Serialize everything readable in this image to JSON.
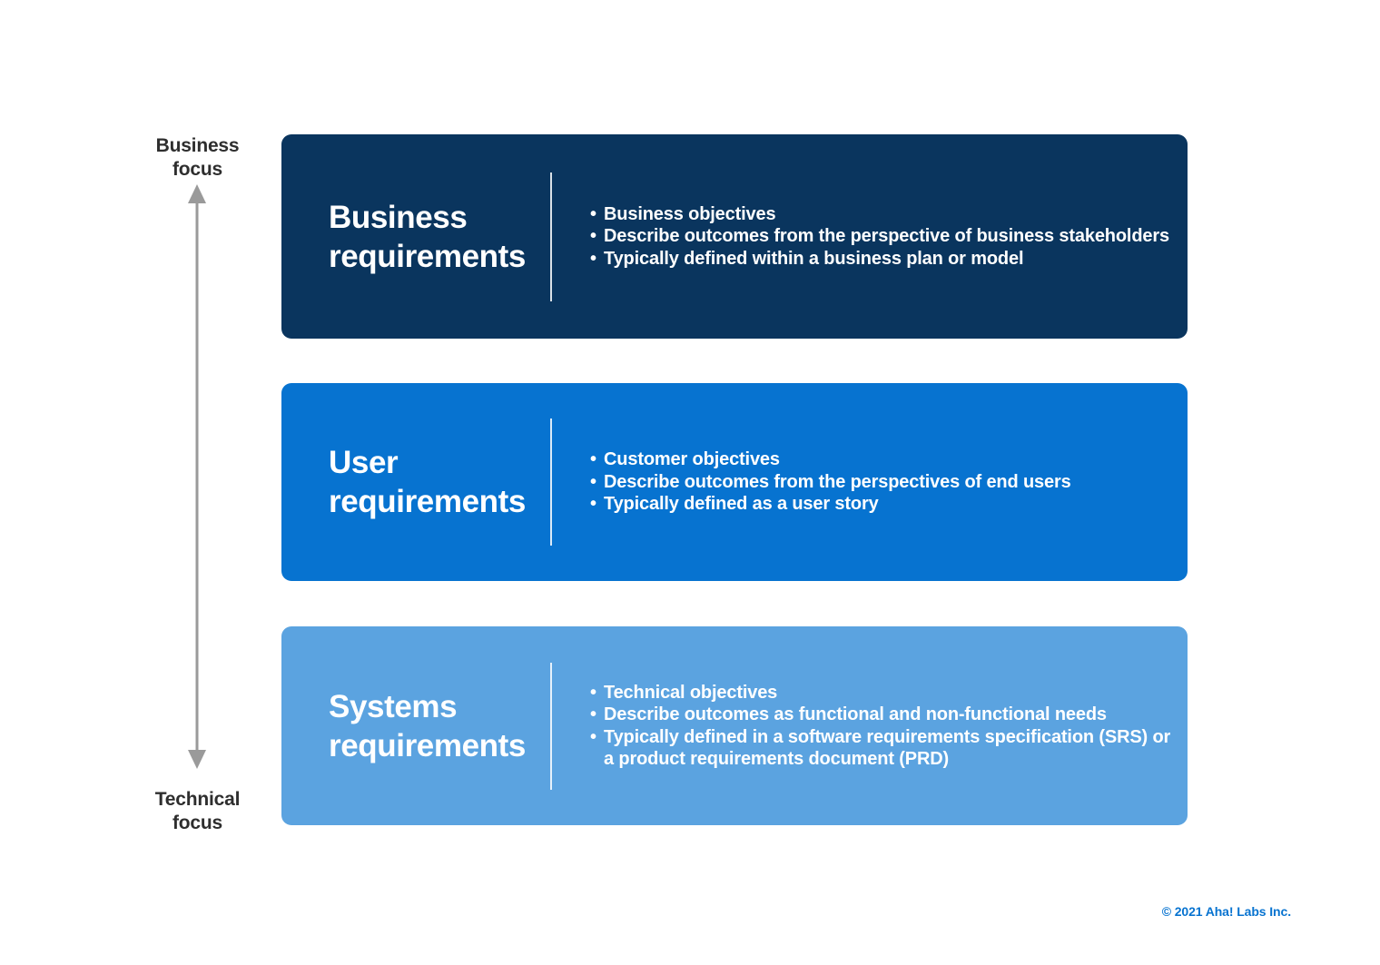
{
  "axis": {
    "top_label": "Business\nfocus",
    "bottom_label": "Technical\nfocus",
    "line_color": "#9a9a9a"
  },
  "cards": [
    {
      "id": "business",
      "title": "Business\nrequirements",
      "background": "#0a355e",
      "text_color": "#ffffff",
      "bullets": [
        "Business objectives",
        "Describe outcomes from the perspective of business stakeholders",
        "Typically defined within a business plan or model"
      ]
    },
    {
      "id": "user",
      "title": "User\nrequirements",
      "background": "#0773d0",
      "text_color": "#ffffff",
      "bullets": [
        "Customer objectives",
        "Describe outcomes from the perspectives of end users",
        "Typically defined as a user story"
      ]
    },
    {
      "id": "systems",
      "title": "Systems\nrequirements",
      "background": "#5ba3e0",
      "text_color": "#ffffff",
      "bullets": [
        "Technical objectives",
        "Describe outcomes as functional and non-functional needs",
        "Typically defined in a software requirements specification (SRS) or a product requirements document (PRD)"
      ]
    }
  ],
  "footer": {
    "copyright": "© 2021 Aha! Labs Inc.",
    "color": "#0773d0"
  }
}
